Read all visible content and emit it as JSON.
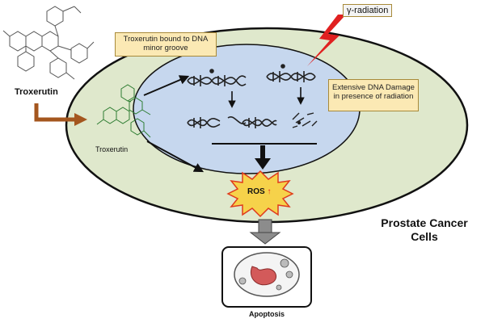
{
  "labels": {
    "troxerutin_main": "Troxerutin",
    "troxerutin_cell": "Troxerutin",
    "bound_callout": "Troxerutin bound to DNA minor groove",
    "radiation": "γ-radiation",
    "damage_callout": "Extensive DNA Damage in presence of radiation",
    "ros": "ROS",
    "cell_label_line1": "Prostate Cancer",
    "cell_label_line2": "Cells",
    "apoptosis": "Apoptosis"
  },
  "colors": {
    "cell_fill": "#dfe8cc",
    "nucleus_fill": "#c6d7ee",
    "callout_fill": "#fbe9b4",
    "lightning": "#e02020",
    "ros_burst_fill": "#f6d24a",
    "ros_burst_stroke": "#e03a1c",
    "entry_arrow": "#a4561e",
    "block_arrow": "#8c8c8c"
  }
}
